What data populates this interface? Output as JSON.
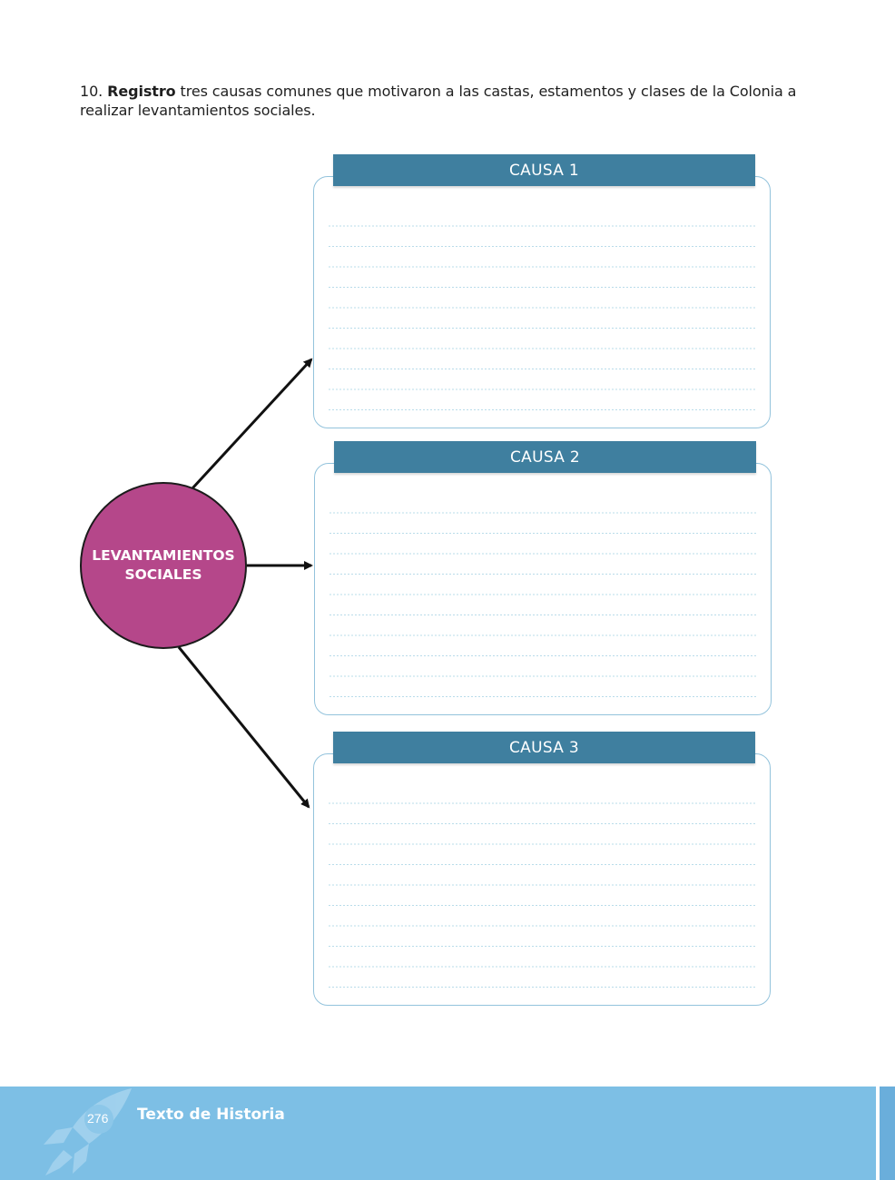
{
  "instruction": {
    "number": "10.",
    "keyword": "Registro",
    "text": "tres causas comunes que motivaron  a  las castas, estamentos y clases de la Colonia a realizar levantamientos sociales."
  },
  "center_node": {
    "line1": "LEVANTAMIENTOS",
    "line2": "SOCIALES"
  },
  "causes": [
    {
      "label": "CAUSA 1"
    },
    {
      "label": "CAUSA 2"
    },
    {
      "label": "CAUSA 3"
    }
  ],
  "footer": {
    "page_number": "276",
    "title": "Texto de Historia"
  },
  "colors": {
    "header_blue": "#3f7f9f",
    "circle_magenta": "#b5478a",
    "footer_blue": "#7dbfe5",
    "box_border": "#93c3dc"
  }
}
